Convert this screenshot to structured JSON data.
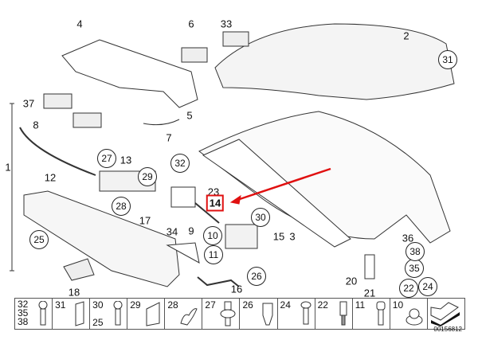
{
  "diagram": {
    "callouts": [
      "1",
      "2",
      "3",
      "4",
      "5",
      "6",
      "7",
      "8",
      "9",
      "10",
      "11",
      "12",
      "13",
      "15",
      "16",
      "17",
      "18",
      "20",
      "21",
      "22",
      "23",
      "24",
      "25",
      "26",
      "27",
      "28",
      "29",
      "30",
      "31",
      "32",
      "33",
      "34",
      "35",
      "36",
      "37",
      "38",
      "10",
      "11"
    ],
    "highlighted_part": "14",
    "highlight_color": "#e01010",
    "strip": [
      {
        "nums": [
          "32",
          "35",
          "38"
        ]
      },
      {
        "nums": [
          "31"
        ]
      },
      {
        "nums": [
          "30",
          "25"
        ]
      },
      {
        "nums": [
          "29"
        ]
      },
      {
        "nums": [
          "28"
        ]
      },
      {
        "nums": [
          "27"
        ]
      },
      {
        "nums": [
          "26"
        ]
      },
      {
        "nums": [
          "24"
        ]
      },
      {
        "nums": [
          "22"
        ]
      },
      {
        "nums": [
          "11"
        ]
      },
      {
        "nums": [
          "10"
        ]
      },
      {
        "nums": []
      }
    ],
    "reference_number": "00156812"
  }
}
